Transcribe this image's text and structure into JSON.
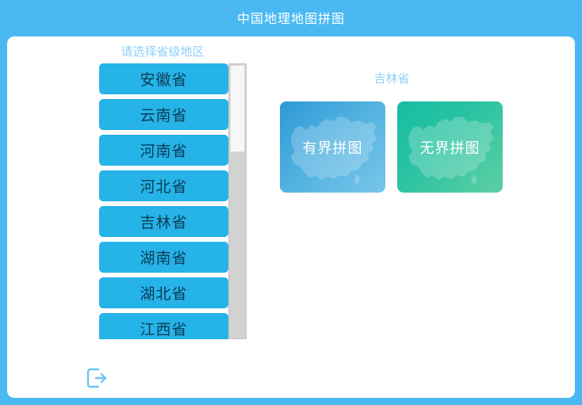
{
  "window": {
    "title": "中国地理地图拼图",
    "title_bar_color": "#4ab9f2",
    "panel_color": "#ffffff"
  },
  "province_picker": {
    "label": "请选择省级地区",
    "label_color": "#8fd0f7",
    "item_color": "#25b3e8",
    "item_text_color": "#0d3c55",
    "items": [
      {
        "name": "安徽省"
      },
      {
        "name": "云南省"
      },
      {
        "name": "河南省"
      },
      {
        "name": "河北省"
      },
      {
        "name": "吉林省"
      },
      {
        "name": "湖南省"
      },
      {
        "name": "湖北省"
      },
      {
        "name": "江西省"
      }
    ],
    "scrollbar": {
      "thumb_position": "top",
      "track_color": "#d2d2d2",
      "thumb_color": "#f7f7f7"
    }
  },
  "mode_panel": {
    "selected_province": "吉林省",
    "selected_province_color": "#8fd0f7",
    "cards": [
      {
        "label": "有界拼图",
        "accent": "#2f9ad6",
        "icon": "china-map-silhouette"
      },
      {
        "label": "无界拼图",
        "accent": "#16bda2",
        "icon": "china-map-silhouette"
      }
    ]
  },
  "footer": {
    "exit_icon": "exit-icon",
    "exit_icon_color": "#6fc4f2"
  }
}
